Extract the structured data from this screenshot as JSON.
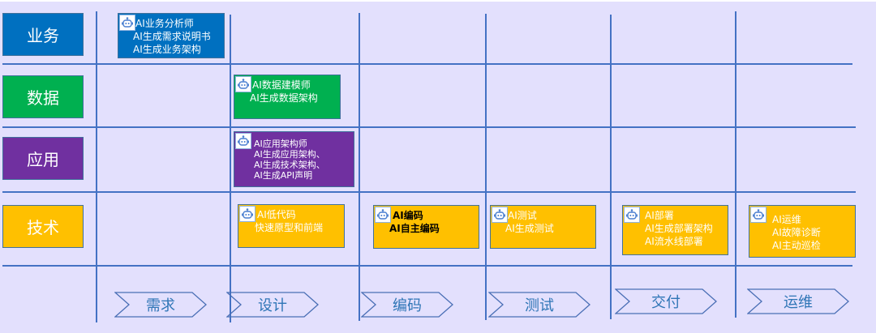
{
  "colors": {
    "background": "#e3e0fd",
    "grid": "#4472c4",
    "business": "#0070c0",
    "data": "#00b050",
    "application": "#7030a0",
    "technology": "#ffc000",
    "stage_text": "#2e75b6"
  },
  "rows": [
    {
      "key": "business",
      "label": "业务"
    },
    {
      "key": "data",
      "label": "数据"
    },
    {
      "key": "application",
      "label": "应用"
    },
    {
      "key": "technology",
      "label": "技术"
    }
  ],
  "stages": [
    {
      "label": "需求"
    },
    {
      "label": "设计"
    },
    {
      "label": "编码"
    },
    {
      "label": "测试"
    },
    {
      "label": "交付"
    },
    {
      "label": "运维"
    }
  ],
  "cards": [
    {
      "row": "business",
      "stage": "需求",
      "icon": "robot-icon",
      "lines": [
        "AI业务分析师",
        "AI生成需求说明书",
        "AI生成业务架构"
      ]
    },
    {
      "row": "data",
      "stage": "设计",
      "icon": "robot-icon",
      "lines": [
        "AI数据建模师",
        "AI生成数据架构"
      ]
    },
    {
      "row": "application",
      "stage": "设计",
      "icon": "robot-icon",
      "lines": [
        "AI应用架构师",
        "AI生成应用架构、",
        "AI生成技术架构、",
        "AI生成API声明"
      ]
    },
    {
      "row": "technology",
      "stage": "设计",
      "icon": "robot-icon",
      "lines": [
        "AI低代码",
        "快速原型和前端"
      ]
    },
    {
      "row": "technology",
      "stage": "编码",
      "icon": "robot-icon",
      "lines": [
        "AI编码",
        "AI自主编码"
      ]
    },
    {
      "row": "technology",
      "stage": "测试",
      "icon": "robot-icon",
      "lines": [
        "AI测试",
        "AI生成测试"
      ]
    },
    {
      "row": "technology",
      "stage": "交付",
      "icon": "robot-icon",
      "lines": [
        "AI部署",
        "AI生成部署架构",
        "AI流水线部署"
      ]
    },
    {
      "row": "technology",
      "stage": "运维",
      "icon": "robot-icon",
      "lines": [
        "AI运维",
        "AI故障诊断",
        "AI主动巡检"
      ]
    }
  ]
}
